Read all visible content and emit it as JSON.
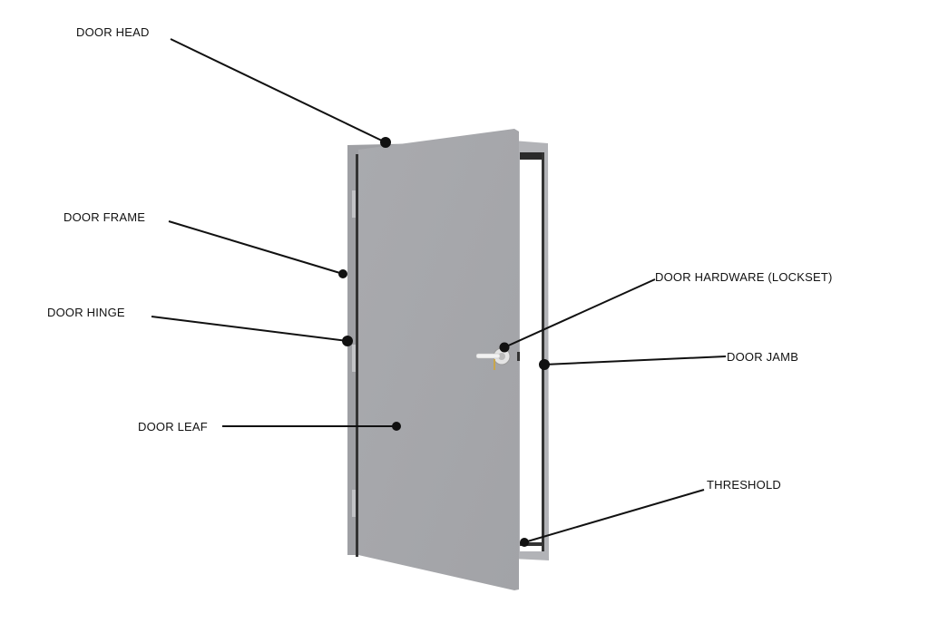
{
  "labels": {
    "door_head": "DOOR HEAD",
    "door_frame": "DOOR FRAME",
    "door_hinge": "DOOR HINGE",
    "door_leaf": "DOOR LEAF",
    "door_hardware": "DOOR HARDWARE (LOCKSET)",
    "door_jamb": "DOOR JAMB",
    "threshold": "THRESHOLD"
  },
  "colors": {
    "door": "#a6a7ab",
    "frame": "#9d9ea2",
    "leader": "#111111"
  }
}
